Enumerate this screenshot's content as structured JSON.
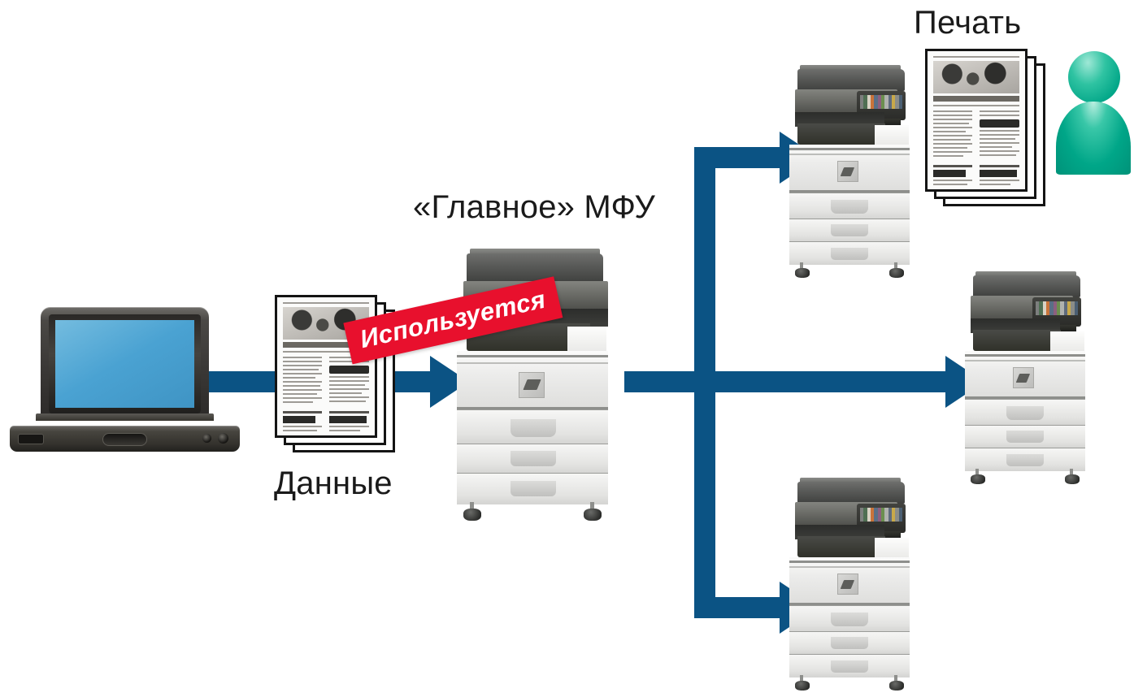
{
  "diagram": {
    "title": "Tandem / serial printing with a main MFP",
    "background_color": "#ffffff",
    "accent_color": "#0b5384",
    "alert_color": "#e8102d",
    "person_color": "#00a688",
    "screen_color": "#4aa2d2"
  },
  "labels": {
    "print": "Печать",
    "main_mfp": "«Главное» МФУ",
    "data": "Данные"
  },
  "badges": {
    "in_use": "Используется"
  },
  "nodes": {
    "laptop": {
      "name": "Laptop",
      "icon": "laptop-icon"
    },
    "data_documents": {
      "name": "Данные",
      "icon": "document-stack-icon",
      "sheets": 3
    },
    "main_mfp": {
      "name": "«Главное» МФУ",
      "icon": "mfp-printer-icon",
      "status": "Используется"
    },
    "mfp_top": {
      "name": "МФУ",
      "icon": "mfp-printer-icon"
    },
    "mfp_right": {
      "name": "МФУ",
      "icon": "mfp-printer-icon"
    },
    "mfp_bottom": {
      "name": "МФУ",
      "icon": "mfp-printer-icon"
    },
    "printed_output": {
      "name": "Печать",
      "icon": "document-stack-icon",
      "sheets": 3
    },
    "user": {
      "name": "Пользователь",
      "icon": "person-icon"
    }
  },
  "flows": [
    {
      "from": "laptop",
      "to": "main_mfp",
      "label": ""
    },
    {
      "from": "main_mfp",
      "to": "mfp_top",
      "label": ""
    },
    {
      "from": "main_mfp",
      "to": "mfp_right",
      "label": ""
    },
    {
      "from": "main_mfp",
      "to": "mfp_bottom",
      "label": ""
    }
  ],
  "panel_icon_colors": [
    "#7d7f7e",
    "#4f6f53",
    "#d9d2c4",
    "#c9743a",
    "#5a6f86",
    "#8d5f7f",
    "#6b8f4f",
    "#b0b2ae",
    "#5f6b7d",
    "#c8a94a",
    "#8a8c88",
    "#4b5f73"
  ]
}
